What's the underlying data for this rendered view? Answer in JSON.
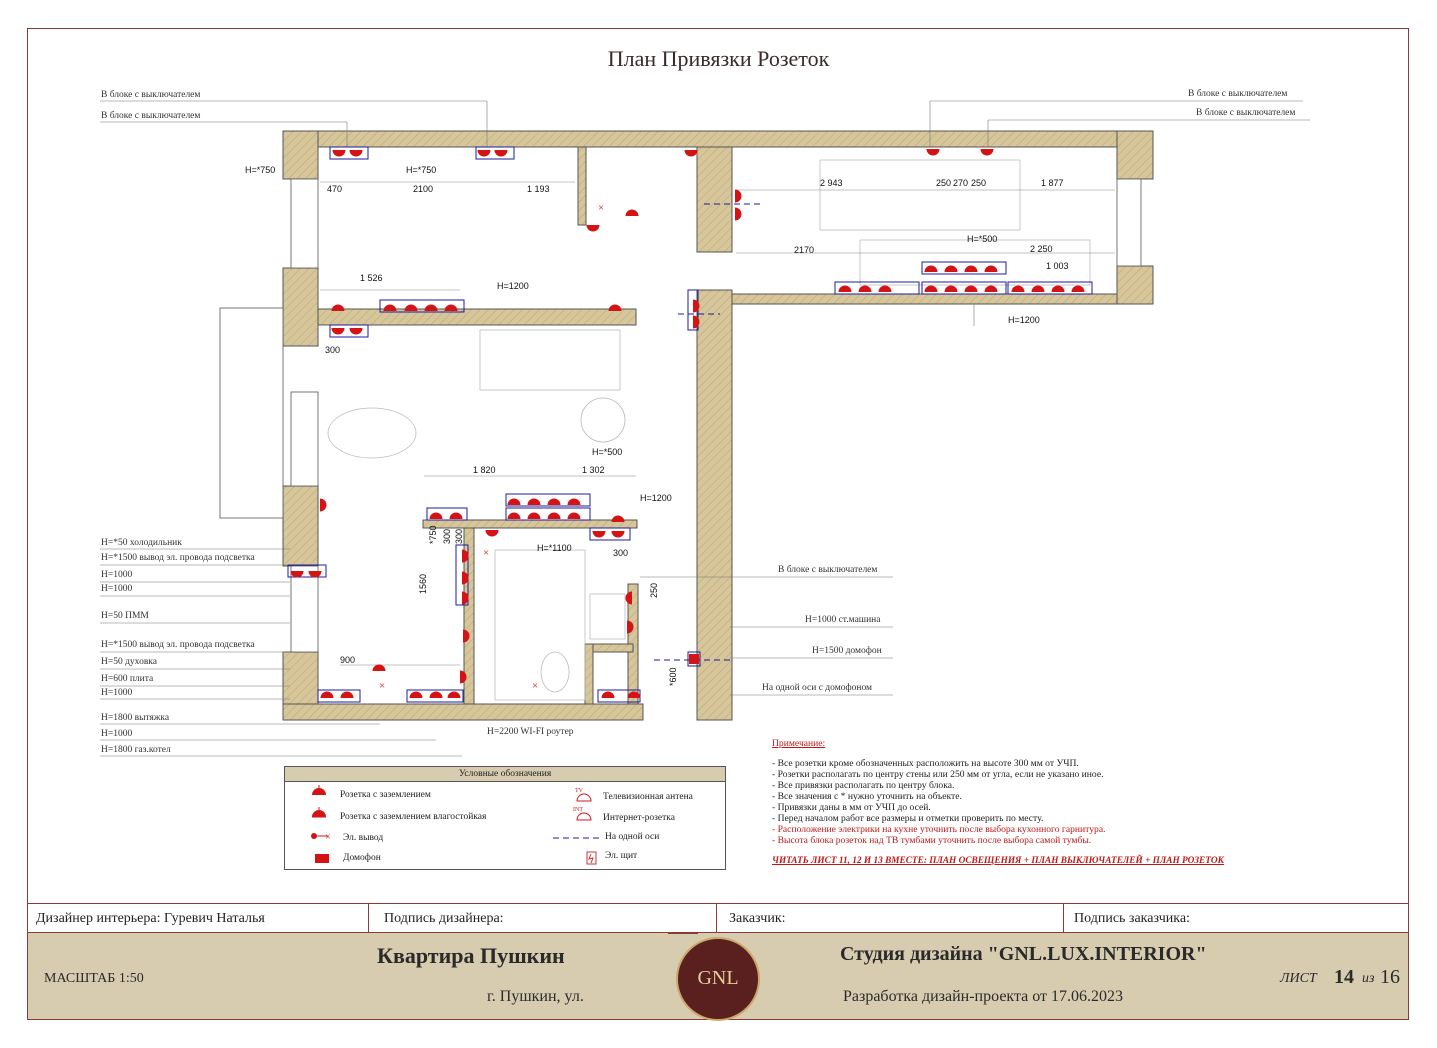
{
  "title": "План Привязки Розеток",
  "callouts": {
    "block_switch_1": "В блоке с выключателем",
    "block_switch_2": "В блоке с выключателем",
    "block_switch_3": "В блоке с выключателем",
    "block_switch_4": "В блоке с выключателем",
    "block_switch_5": "В блоке с выключателем",
    "washer": "H=1000 ст.машина",
    "intercom": "H=1500 домофон",
    "same_axis_intercom": "На одной оси с домофоном",
    "router": "H=2200 WI-FI роутер"
  },
  "left_heights": [
    "H=*50 холодильник",
    "H=*1500 вывод эл. провода подсветка",
    "H=1000",
    "H=1000",
    "H=50 ПММ",
    "H=*1500 вывод эл. провода подсветка",
    "H=50 духовка",
    "H=600 плита",
    "H=1000",
    "H=1800 вытяжка",
    "H=1000",
    "H=1800 газ.котел"
  ],
  "dims": {
    "h750a": "H=*750",
    "h750b": "H=*750",
    "d470": "470",
    "d2100": "2100",
    "d1193": "1 193",
    "d1526": "1 526",
    "h1200a": "H=1200",
    "d300a": "300",
    "d2943": "2 943",
    "d250a": "250",
    "d270": "270",
    "d250b": "250",
    "d1877": "1 877",
    "h500a": "H=*500",
    "d2170": "2170",
    "d2250": "2 250",
    "d1003": "1 003",
    "h1200b": "H=1200",
    "h500b": "H=*500",
    "d1820": "1 820",
    "d1302": "1 302",
    "h1200c": "H=1200",
    "h1100": "H=*1100",
    "d300b": "300",
    "d750v": "*750",
    "d300v": "300",
    "d300v2": "300",
    "d1560": "1560",
    "d250v": "250",
    "d900": "900",
    "d600v": "*600"
  },
  "legend": {
    "header": "Условные обозначения",
    "items": [
      "Розетка с заземлением",
      "Розетка с заземлением влагостойкая",
      "Эл. вывод",
      "Домофон",
      "Телевизионная антена",
      "Интернет-розетка",
      "На одной оси",
      "Эл. щит"
    ]
  },
  "notes": {
    "heading": "Примечание:",
    "lines": [
      "- Все розетки кроме обозначенных расположить на высоте 300 мм от УЧП.",
      "- Розетки располагать по центру стены или 250 мм от угла, если не указано иное.",
      "- Все привязки располагать по центру блока.",
      "- Все значения с * нужно уточнить на объекте.",
      "- Привязки даны в мм от УЧП до осей.",
      "- Перед началом работ все размеры и отметки проверить по месту."
    ],
    "red_lines": [
      "- Расположение электрики на кухне уточнить после выбора кухонного гарнитура.",
      "- Высота блока розеток над ТВ тумбами уточнить после выбора самой тумбы."
    ],
    "read_sheets": "ЧИТАТЬ ЛИСТ 11, 12 И 13 ВМЕСТЕ: ПЛАН ОСВЕЩЕНИЯ + ПЛАН ВЫКЛЮЧАТЕЛЕЙ + ПЛАН РОЗЕТОК"
  },
  "title_block": {
    "designer": "Дизайнер интерьера: Гуревич Наталья",
    "designer_sign": "Подпись дизайнера:",
    "customer": "Заказчик:",
    "customer_sign": "Подпись заказчика:",
    "scale": "МАСШТАБ 1:50",
    "project": "Квартира Пушкин",
    "address": "г. Пушкин, ул.",
    "logo": "GNL",
    "studio": "Студия дизайна \"GNL.LUX.INTERIOR\"",
    "dev": "Разработка дизайн-проекта от 17.06.2023",
    "sheet_label": "ЛИСТ",
    "sheet_num": "14",
    "of_label": "из",
    "sheet_total": "16"
  },
  "colors": {
    "wall": "#d6c69a",
    "socket": "#d41414",
    "frame": "#8b3a3a",
    "footer": "#d7ccaf",
    "logo_bg": "#5a1f1f",
    "blue": "#1c1c9c"
  }
}
